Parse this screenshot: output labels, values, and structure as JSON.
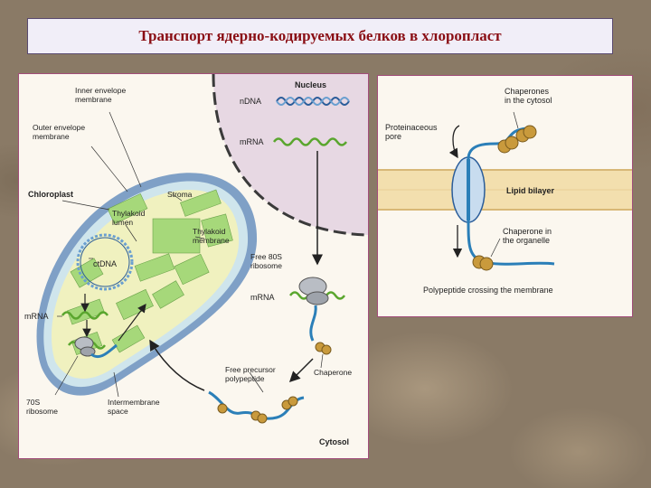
{
  "title": "Транспорт ядерно-кодируемых белков в хлоропласт",
  "left_diagram": {
    "inner_envelope": "Inner envelope membrane",
    "outer_envelope": "Outer envelope membrane",
    "nucleus": "Nucleus",
    "ndna": "nDNA",
    "mrna_nucleus": "mRNA",
    "chloroplast": "Chloroplast",
    "stroma": "Stroma",
    "thylakoid_lumen": "Thylakoid lumen",
    "thylakoid_membrane": "Thylakoid membrane",
    "ctdna": "ctDNA",
    "mrna_chloroplast": "mRNA",
    "free_80s": "Free 80S ribosome",
    "mrna_cytosol": "mRNA",
    "chaperone": "Chaperone",
    "free_precursor": "Free precursor polypeptide",
    "ribosome_70s": "70S ribosome",
    "intermembrane": "Intermembrane space",
    "cytosol": "Cytosol"
  },
  "right_diagram": {
    "chaperones_cytosol": "Chaperones in the cytosol",
    "proteinaceous_pore": "Proteinaceous pore",
    "lipid_bilayer": "Lipid bilayer",
    "chaperone_organelle": "Chaperone in the organelle",
    "polypeptide_crossing": "Polypeptide crossing the membrane"
  },
  "colors": {
    "title_text": "#8a0e14",
    "nucleus_fill": "#e7d8e3",
    "chloroplast_outer": "#7fa0c6",
    "chloroplast_stroma": "#f0f1bf",
    "thylakoid": "#a6d87a",
    "mrna_green": "#5aa62e",
    "polypeptide": "#2b7fb8",
    "chaperone": "#c99a3c",
    "bilayer": "#f3dfae"
  }
}
